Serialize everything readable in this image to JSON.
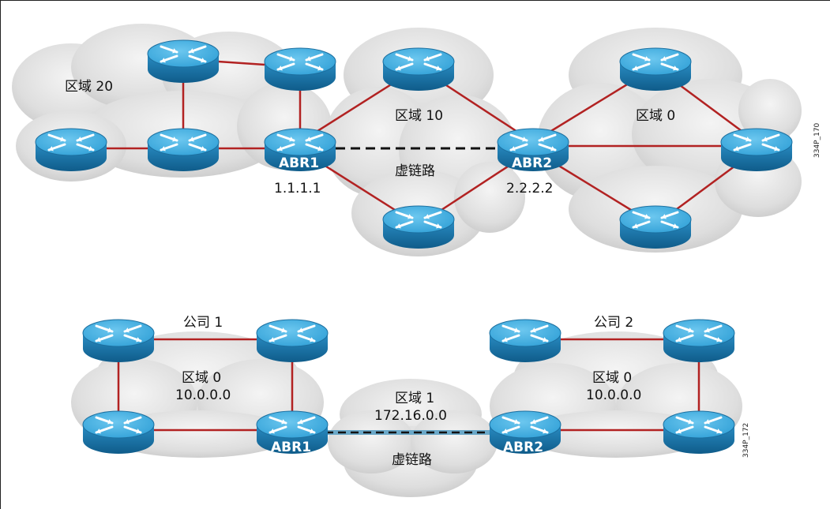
{
  "top": {
    "area20": "区域 20",
    "area10": "区域 10",
    "area0": "区域 0",
    "virtual_link": "虚链路",
    "abr1": "ABR1",
    "abr2": "ABR2",
    "abr1_id": "1.1.1.1",
    "abr2_id": "2.2.2.2",
    "figure_code": "334P_170"
  },
  "bottom": {
    "company1": "公司 1",
    "company2": "公司 2",
    "area0_left": "区域 0",
    "net_left": "10.0.0.0",
    "area1": "区域 1",
    "net_area1": "172.16.0.0",
    "area0_right": "区域 0",
    "net_right": "10.0.0.0",
    "virtual_link": "虚链路",
    "abr1": "ABR1",
    "abr2": "ABR2",
    "figure_code": "334P_172"
  },
  "colors": {
    "link": "#b22222",
    "router_top": "#3aa9dc",
    "router_side": "#1f78a8",
    "cloud": "#e1e1e1"
  }
}
